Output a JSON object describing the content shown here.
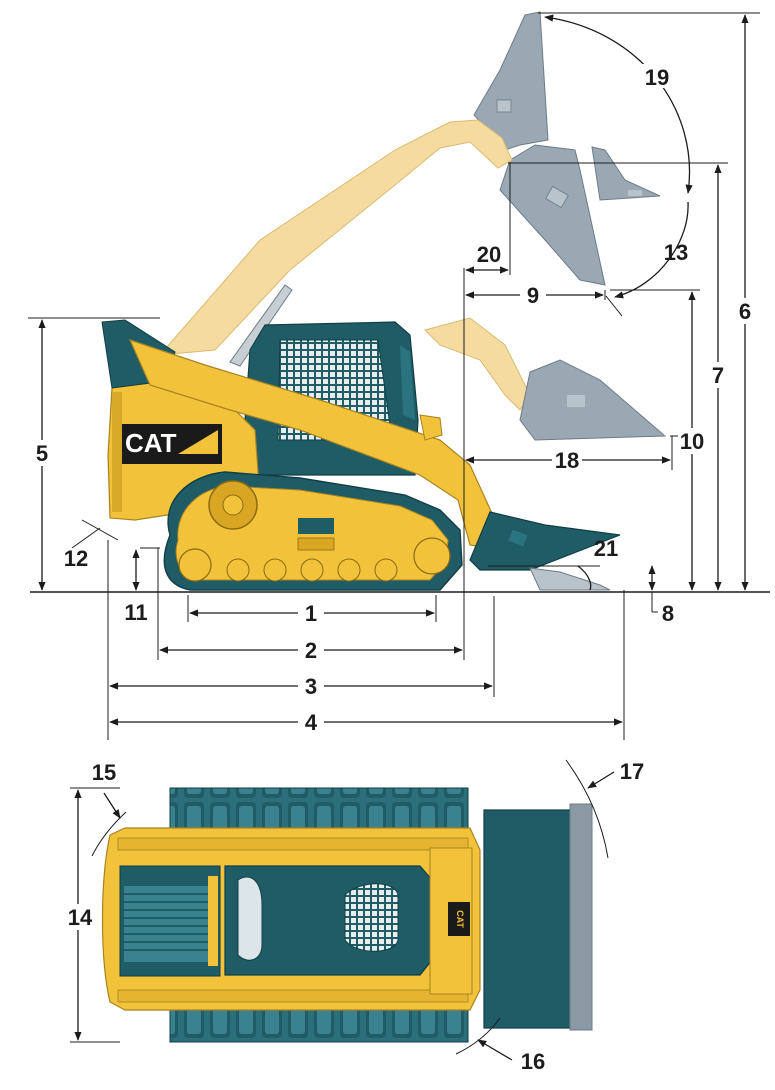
{
  "logo": {
    "brand": "CAT"
  },
  "colors": {
    "machine_yellow": "#f2c33a",
    "raised_yellow": "#f5dba0",
    "teal": "#1f5c66",
    "bucket_grey": "#9aa8b4",
    "line": "#1c1c1c"
  },
  "side_view": {
    "dimension_labels": {
      "d1": "1",
      "d2": "2",
      "d3": "3",
      "d4": "4",
      "d5": "5",
      "d6": "6",
      "d7": "7",
      "d8": "8",
      "d9": "9",
      "d10": "10",
      "d11": "11",
      "d12": "12",
      "d13": "13",
      "d18": "18",
      "d19": "19",
      "d20": "20",
      "d21": "21"
    }
  },
  "top_view": {
    "dimension_labels": {
      "d14": "14",
      "d15": "15",
      "d16": "16",
      "d17": "17"
    }
  }
}
